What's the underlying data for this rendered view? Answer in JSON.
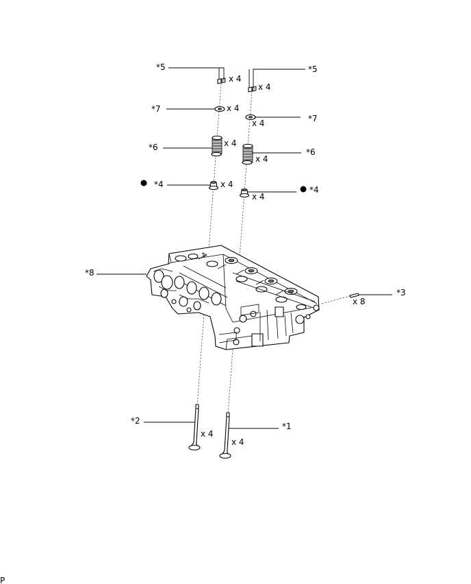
{
  "callouts": {
    "c5_left": "*5",
    "c5_right": "*5",
    "c7_left": "*7",
    "c7_right": "*7",
    "c6_left": "*6",
    "c6_right": "*6",
    "c4_left": "*4",
    "c4_right": "*4",
    "c8": "*8",
    "c3": "*3",
    "c2": "*2",
    "c1": "*1"
  },
  "quantities": {
    "q5_left": "x 4",
    "q5_right": "x 4",
    "q7_left": "x 4",
    "q7_right": "x 4",
    "q6_left": "x 4",
    "q6_right": "x 4",
    "q4_left": "x 4",
    "q4_right": "x 4",
    "q3": "x 8",
    "q2": "x 4",
    "q1": "x 4"
  },
  "corner_label": "P"
}
